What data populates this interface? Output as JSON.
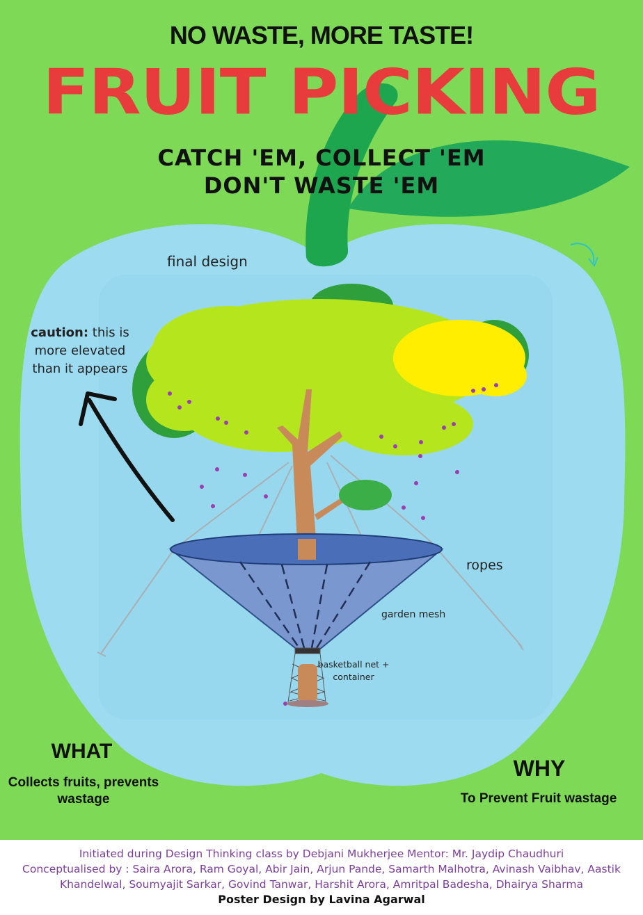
{
  "poster": {
    "tagline": "NO WASTE, MORE TASTE!",
    "headline": "FRUIT PICKING",
    "subheading_lines": [
      "CATCH 'EM, COLLECT 'EM",
      "DON'T WASTE 'EM"
    ],
    "colors": {
      "background": "#7ed957",
      "apple": "#9ddbf0",
      "leaf": "#22aa5a",
      "headline": "#e83b3b",
      "credits": "#7b3f99"
    }
  },
  "diagram": {
    "title": "final design",
    "caution_label": "caution:",
    "caution_text": "this is more elevated than it appears",
    "ropes_label": "ropes",
    "mesh_label": "garden mesh",
    "net_label": "basketball net + container"
  },
  "what": {
    "heading": "WHAT",
    "text": "Collects fruits, prevents wastage"
  },
  "why": {
    "heading": "WHY",
    "text": "To Prevent Fruit wastage"
  },
  "footer": {
    "initiated": "Initiated during Design Thinking class by Debjani Mukherjee Mentor: Mr. Jaydip Chaudhuri",
    "conceptualised": "Conceptualised by : Saira Arora, Ram Goyal, Abir Jain, Arjun Pande, Samarth Malhotra, Avinash Vaibhav, Aastik Khandelwal, Soumyajit Sarkar, Govind Tanwar, Harshit Arora, Amritpal Badesha, Dhairya Sharma",
    "design": "Poster Design by Lavina Agarwal"
  }
}
